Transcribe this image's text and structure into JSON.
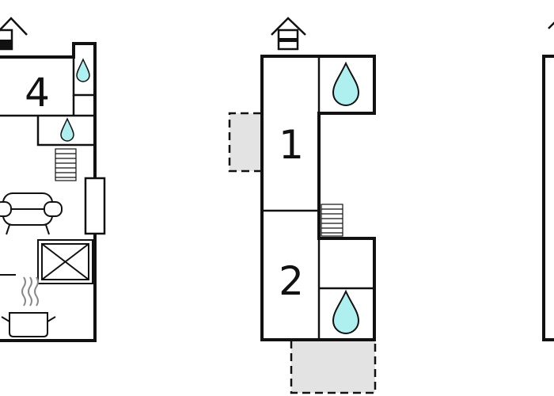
{
  "floor_plan": {
    "left_section": {
      "room_label": "4",
      "entrance_icon": "house-entrance-icon",
      "icons": [
        "water-drop-icon",
        "water-drop-icon",
        "staircase-icon",
        "sofa-icon",
        "fireplace-icon",
        "cooking-pot-icon",
        "window-icon"
      ]
    },
    "middle_section": {
      "rooms": [
        {
          "label": "1"
        },
        {
          "label": "2"
        }
      ],
      "entrance_icon": "house-entrance-icon",
      "icons": [
        "water-drop-icon",
        "water-drop-icon",
        "staircase-icon"
      ],
      "annexes": [
        "balcony-left",
        "terrace-bottom"
      ]
    },
    "right_section": {
      "entrance_icon": "house-entrance-icon"
    },
    "colors": {
      "wall": "#111111",
      "water": "#aef0f0",
      "annex": "#e3e3e3"
    }
  }
}
